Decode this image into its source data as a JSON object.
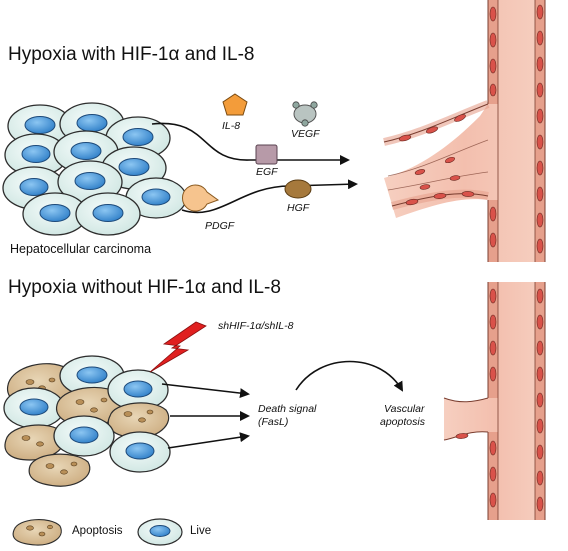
{
  "panel_top": {
    "title": "Hypoxia with HIF-1α and IL-8",
    "cells_label": "Hepatocellular carcinoma",
    "factors": {
      "il8": "IL-8",
      "vegf": "VEGF",
      "egf": "EGF",
      "pdgf": "PDGF",
      "hgf": "HGF"
    }
  },
  "panel_bottom": {
    "title": "Hypoxia without HIF-1α and IL-8",
    "knockdown_label": "shHIF-1α/shIL-8",
    "death_signal_line1": "Death signal",
    "death_signal_line2": "(FasL)",
    "vascular_line1": "Vascular",
    "vascular_line2": "apoptosis"
  },
  "legend": {
    "apoptosis": "Apoptosis",
    "live": "Live"
  },
  "colors": {
    "live_cell_fill": "#d9ece9",
    "live_nucleus": "#3b8fd6",
    "apoptotic_cell_fill": "#d7bf9a",
    "vessel_pink": "#f2c0b0",
    "vessel_wall": "#e29a86",
    "lightning": "#e02020",
    "il8_orange": "#f39c3a",
    "egf_mauve": "#b79aa8",
    "pdgf_peach": "#f6c48e",
    "hgf_brown": "#a6793c",
    "vegf_grey": "#b9c4c1"
  }
}
